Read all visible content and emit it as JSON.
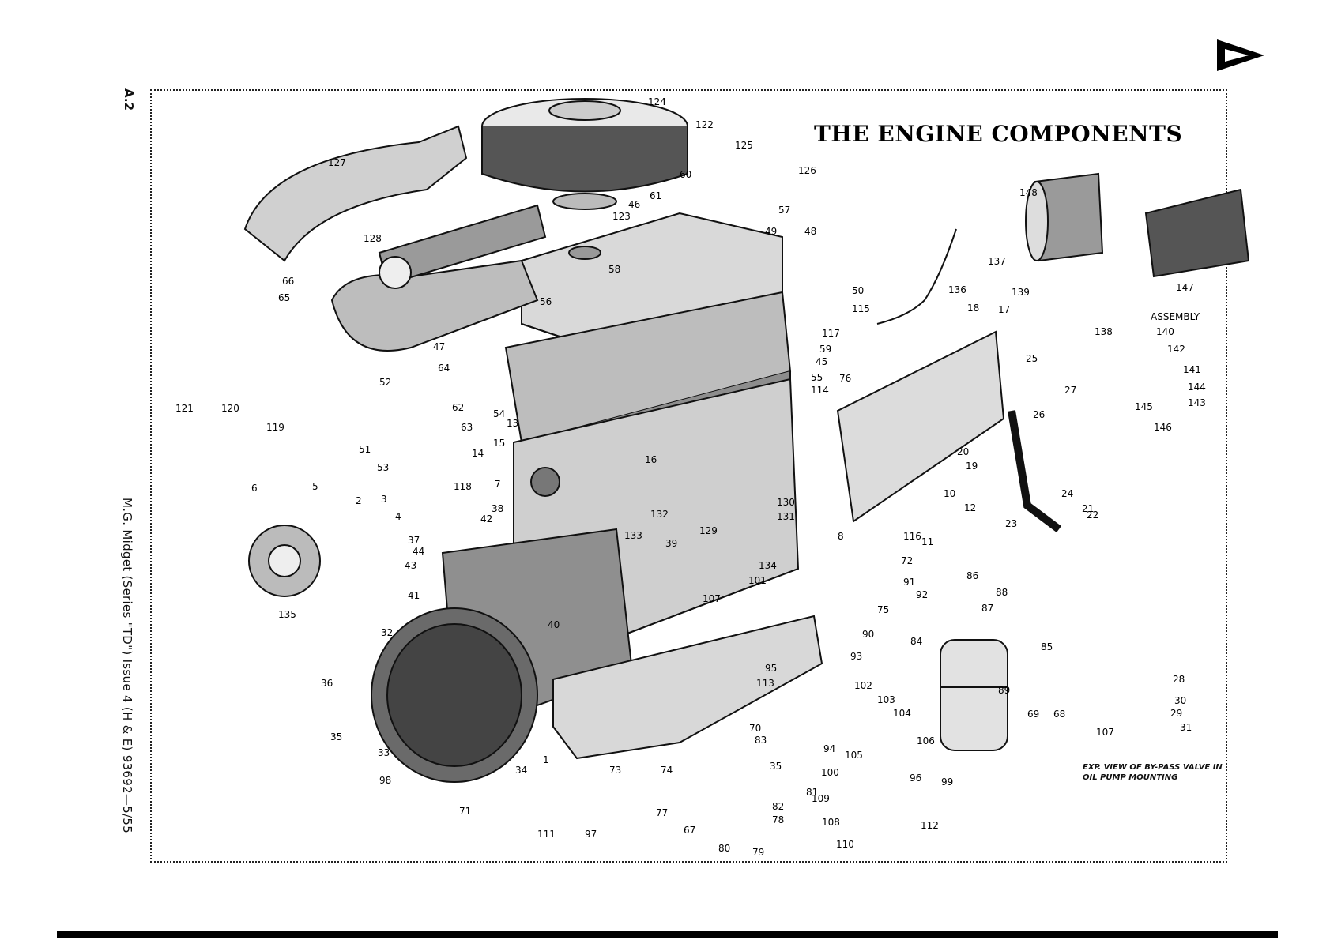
{
  "page": {
    "page_ref": "A.2",
    "section_letter": "A",
    "title": "THE ENGINE COMPONENTS",
    "footer_ref": "M.G. Midget (Series \"TD\")   Issue 4 (H & E) 93692—5/55",
    "caption": "EXP. VIEW OF BY-PASS VALVE IN OIL PUMP MOUNTING"
  },
  "labels": [
    "124",
    "122",
    "125",
    "126",
    "127",
    "60",
    "61",
    "46",
    "123",
    "57",
    "49",
    "48",
    "128",
    "58",
    "50",
    "66",
    "65",
    "56",
    "136",
    "137",
    "148",
    "147",
    "ASSEMBLY",
    "139",
    "138",
    "115",
    "117",
    "59",
    "45",
    "47",
    "64",
    "18",
    "17",
    "25",
    "27",
    "26",
    "140",
    "142",
    "141",
    "144",
    "143",
    "145",
    "146",
    "52",
    "62",
    "54",
    "55",
    "114",
    "76",
    "121",
    "120",
    "119",
    "63",
    "13",
    "15",
    "14",
    "16",
    "20",
    "19",
    "51",
    "53",
    "5",
    "2",
    "3",
    "4",
    "118",
    "6",
    "7",
    "132",
    "130",
    "131",
    "10",
    "12",
    "21",
    "24",
    "22",
    "23",
    "11",
    "38",
    "42",
    "8",
    "116",
    "133",
    "39",
    "129",
    "72",
    "134",
    "91",
    "92",
    "135",
    "44",
    "43",
    "41",
    "37",
    "40",
    "107",
    "101",
    "75",
    "90",
    "86",
    "88",
    "87",
    "84",
    "85",
    "32",
    "95",
    "93",
    "36",
    "113",
    "102",
    "103",
    "104",
    "89",
    "69",
    "68",
    "28",
    "30",
    "29",
    "31",
    "107",
    "35",
    "33",
    "34",
    "1",
    "73",
    "74",
    "70",
    "83",
    "94",
    "105",
    "106",
    "100",
    "96",
    "99",
    "98",
    "71",
    "35",
    "77",
    "67",
    "82",
    "78",
    "80",
    "79",
    "81",
    "109",
    "108",
    "110",
    "112",
    "111",
    "97"
  ]
}
